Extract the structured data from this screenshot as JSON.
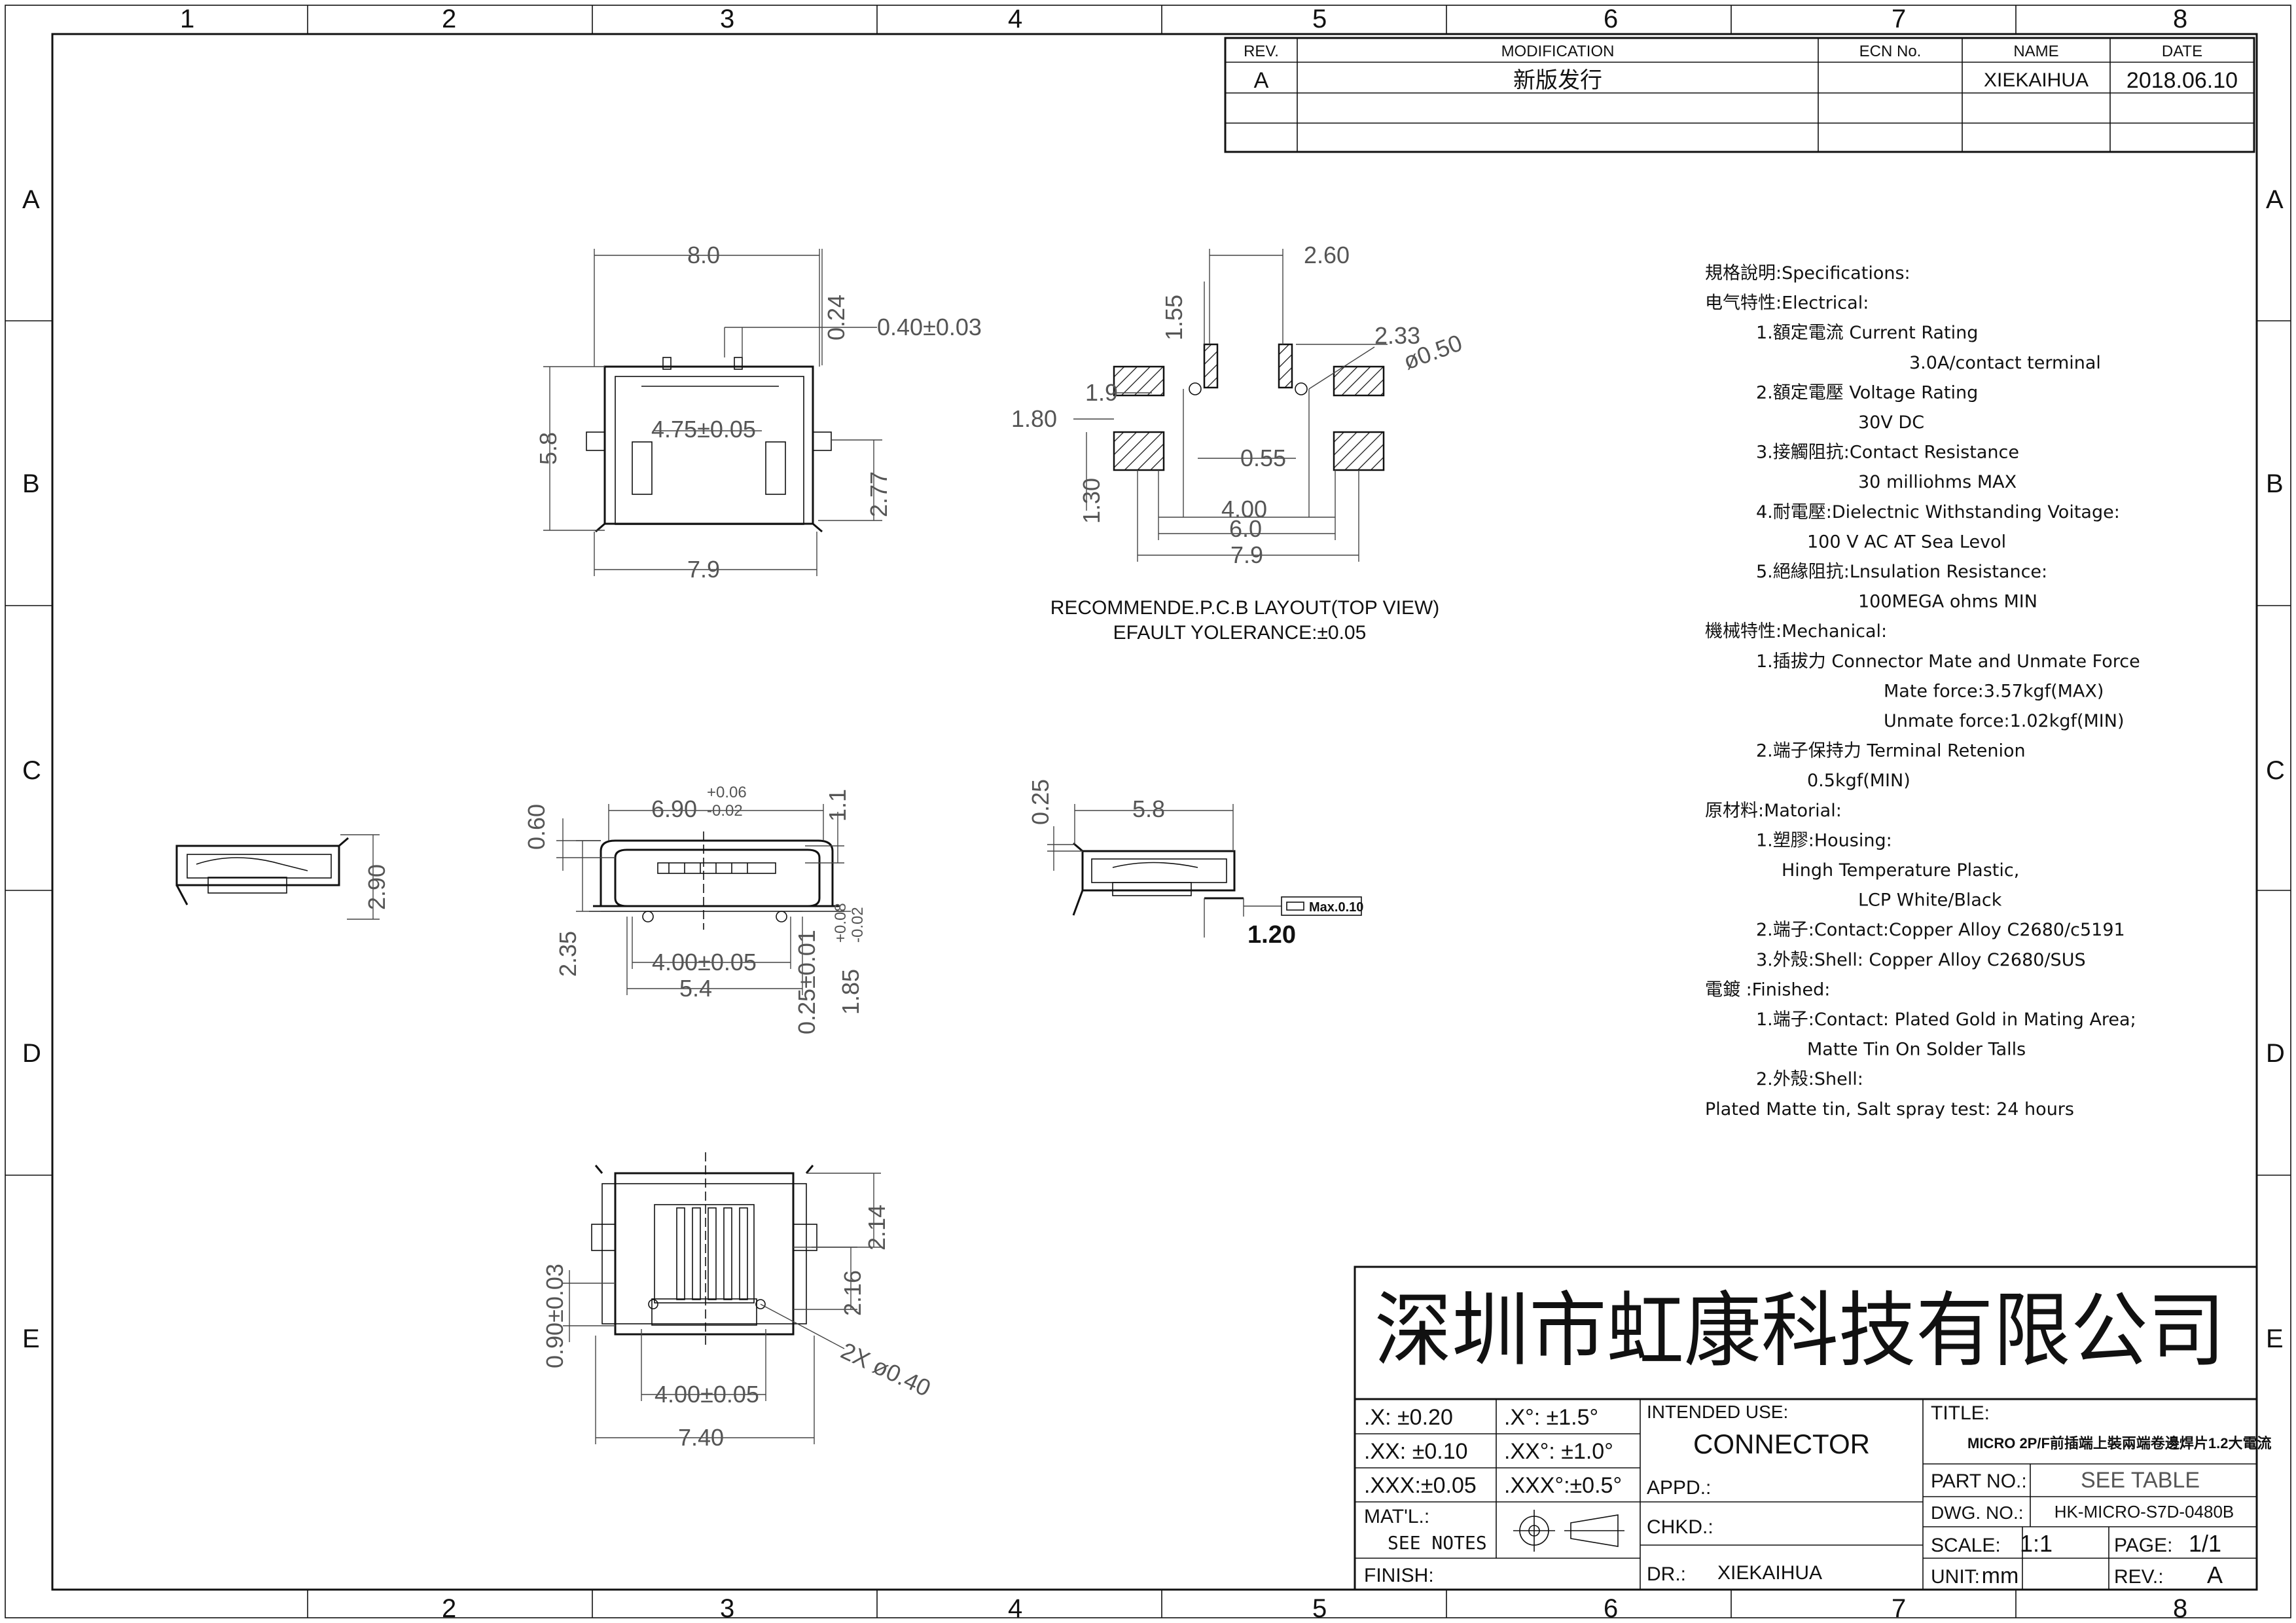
{
  "frame": {
    "col_numbers": [
      "1",
      "2",
      "3",
      "4",
      "5",
      "6",
      "7",
      "8"
    ],
    "row_letters": [
      "A",
      "B",
      "C",
      "D",
      "E"
    ]
  },
  "revision_table": {
    "headers": [
      "REV.",
      "MODIFICATION",
      "ECN No.",
      "NAME",
      "DATE"
    ],
    "rows": [
      [
        "A",
        "新版发行",
        "",
        "XIEKAIHUA",
        "2018.06.10"
      ]
    ]
  },
  "top_view": {
    "dims": [
      "8.0",
      "0.24",
      "0.40±0.03",
      "5.8",
      "4.75±0.05",
      "2.77",
      "7.9"
    ]
  },
  "pcb_layout": {
    "dims": [
      "2.60",
      "1.55",
      "2.33",
      "ø0.50",
      "1.9",
      "1.80",
      "0.55",
      "1.30",
      "4.00",
      "6.0",
      "7.9"
    ],
    "caption_line1": "RECOMMENDE.P.C.B LAYOUT(TOP VIEW)",
    "caption_line2": "EFAULT YOLERANCE:±0.05"
  },
  "front_view": {
    "dims": [
      "+0.06",
      "6.90",
      "-0.02",
      "1.1",
      "0.60",
      "2.35",
      "4.00±0.05",
      "5.4",
      "0.25±0.01",
      "+0.08",
      "1.85",
      "-0.02"
    ]
  },
  "left_side_view": {
    "dims": [
      "2.90"
    ]
  },
  "right_side_view": {
    "dims": [
      "0.25",
      "5.8",
      "Max.0.10",
      "1.20"
    ]
  },
  "bottom_view": {
    "dims": [
      "2.14",
      "2.16",
      "0.90±0.03",
      "2X ø0.40",
      "4.00±0.05",
      "7.40"
    ]
  },
  "specifications": {
    "lines": [
      {
        "text": "規格說明:Specifications:",
        "indent": 0
      },
      {
        "text": "电气特性:Electrical:",
        "indent": 0
      },
      {
        "text": "1.額定電流 Current  Rating",
        "indent": 1
      },
      {
        "text": "3.0A/contact  terminal",
        "indent": 4
      },
      {
        "text": "2.額定電壓 Voltage  Rating",
        "indent": 1
      },
      {
        "text": "30V  DC",
        "indent": 3
      },
      {
        "text": "3.接觸阻抗:Contact  Resistance",
        "indent": 1
      },
      {
        "text": "30  milliohms  MAX",
        "indent": 3
      },
      {
        "text": "4.耐電壓:Dielectnic  Withstanding  Voitage:",
        "indent": 1
      },
      {
        "text": "100  V  AC  AT  Sea  Levol",
        "indent": 2
      },
      {
        "text": "5.絕緣阻抗:Lnsulation  Resistance:",
        "indent": 1
      },
      {
        "text": "100MEGA  ohms  MIN",
        "indent": 3
      },
      {
        "text": "機械特性:Mechanical:",
        "indent": 0
      },
      {
        "text": "1.插拔力 Connector  Mate  and  Unmate  Force",
        "indent": 1
      },
      {
        "text": "Mate  force:3.57kgf(MAX)",
        "indent": 3.5
      },
      {
        "text": "Unmate  force:1.02kgf(MIN)",
        "indent": 3.5
      },
      {
        "text": "2.端子保持力 Terminal  Retenion",
        "indent": 1
      },
      {
        "text": "0.5kgf(MIN)",
        "indent": 2
      },
      {
        "text": "原材料:Matorial:",
        "indent": 0
      },
      {
        "text": "1.塑膠:Housing:",
        "indent": 1
      },
      {
        "text": "Hingh  Temperature    Plastic,",
        "indent": 1.5
      },
      {
        "text": "LCP    White/Black",
        "indent": 3
      },
      {
        "text": "2.端子:Contact:Copper  Alloy  C2680/c5191",
        "indent": 1
      },
      {
        "text": "3.外殼:Shell:  Copper  Alloy  C2680/SUS",
        "indent": 1
      },
      {
        "text": "電鍍 :Finished:",
        "indent": 0
      },
      {
        "text": "1.端子:Contact:  Plated  Gold  in  Mating  Area;",
        "indent": 1
      },
      {
        "text": "Matte  Tin  On  Solder  Talls",
        "indent": 2
      },
      {
        "text": "2.外殼:Shell:",
        "indent": 1
      },
      {
        "text": "Plated  Matte  tin,  Salt  spray  test:   24  hours",
        "indent": 0
      }
    ]
  },
  "title_block": {
    "company": "深圳市虹康科技有限公司",
    "tol_x": ".X:   ±0.20",
    "tol_xx": ".XX: ±0.10",
    "tol_xxx": ".XXX:±0.05",
    "tol_xa": ".X°:   ±1.5°",
    "tol_xxa": ".XX°: ±1.0°",
    "tol_xxxa": ".XXX°:±0.5°",
    "mat_label": "MAT'L.:",
    "mat_value": "SEE NOTES",
    "finish_label": "FINISH:",
    "intended_label": "INTENDED USE:",
    "intended_value": "CONNECTOR",
    "appd_label": "APPD.:",
    "chkd_label": "CHKD.:",
    "dr_label": "DR.:",
    "dr_value": "XIEKAIHUA",
    "title_label": "TITLE:",
    "title_value": "MICRO  2P/F前插端上裝兩端卷邊焊片1.2大電流",
    "partno_label": "PART NO.:",
    "partno_value": "SEE TABLE",
    "dwgno_label": "DWG. NO.:",
    "dwgno_value": "HK-MICRO-S7D-0480B",
    "scale_label": "SCALE:",
    "scale_value": "1:1",
    "page_label": "PAGE:",
    "page_value": "1/1",
    "unit_label": "UNIT:",
    "unit_value": "mm",
    "rev_label": "REV.:",
    "rev_value": "A"
  }
}
